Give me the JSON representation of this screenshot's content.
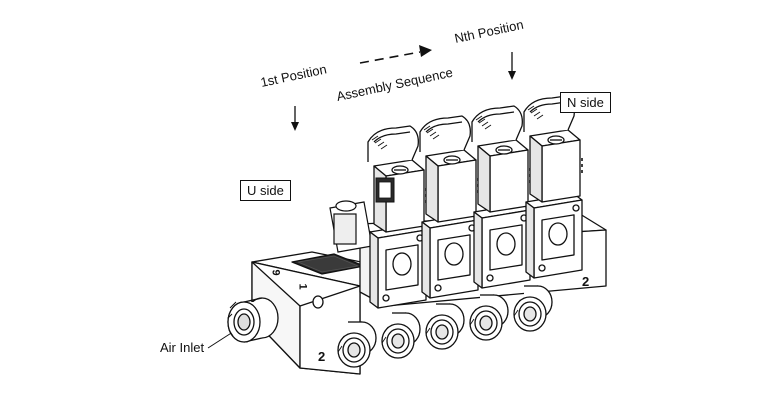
{
  "labels": {
    "first_position": "1st Position",
    "nth_position": "Nth Position",
    "assembly_sequence": "Assembly Sequence",
    "n_side": "N side",
    "u_side": "U side",
    "air_inlet": "Air Inlet"
  },
  "port_marks": {
    "base_left": "9",
    "base_top": "1",
    "base_front": "2",
    "right_end": "2"
  },
  "valve_count": 4,
  "outlet_count": 5,
  "colors": {
    "line": "#111111",
    "fill": "#ffffff",
    "shade": "#e6e6e6",
    "dark": "#2a2a2a"
  }
}
